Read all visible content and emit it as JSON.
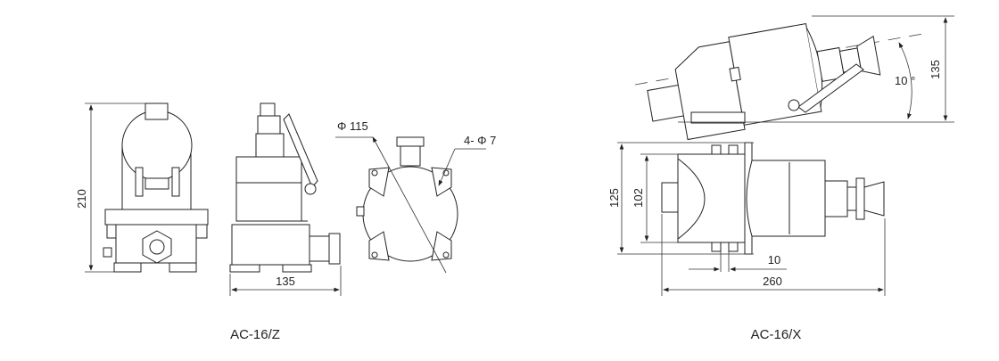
{
  "models": {
    "left": {
      "label": "AC-16/Z",
      "height_dim": "210",
      "width_dim": "135",
      "diameter_dim": "Φ 115",
      "hole_dim": "4- Φ 7"
    },
    "right": {
      "label": "AC-16/X",
      "height_dim": "135",
      "angle_dim": "10 °",
      "outer_width_dim": "125",
      "inner_width_dim": "102",
      "small_dim": "10",
      "length_dim": "260"
    }
  }
}
